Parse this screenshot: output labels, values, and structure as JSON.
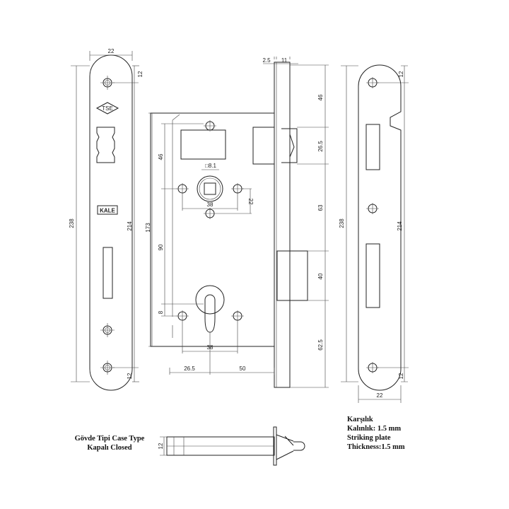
{
  "faceplate": {
    "width": "22",
    "height": "238",
    "hole_spacing": "214",
    "top_offset": "12",
    "bottom_offset": "12",
    "logos": [
      "TSE",
      "KALE"
    ]
  },
  "forend": {
    "thickness": "2.5",
    "latch_projection": "11"
  },
  "body": {
    "height": "173",
    "handle_to_top": "46",
    "handle_to_cylinder": "90",
    "cylinder_offset": "8",
    "spindle_size": "□8.1",
    "spindle_hole_spacing": "38",
    "spindle_hole_drop": "22",
    "cylinder_hole_spacing": "38",
    "backset_left": "26.5",
    "backset": "50"
  },
  "right_dims": [
    "46",
    "26.5",
    "63",
    "40",
    "62.5"
  ],
  "striking_plate": {
    "width": "22",
    "height": "238",
    "hole_spacing": "214",
    "top_offset": "12",
    "bottom_offset": "12"
  },
  "side_view": {
    "thickness": "12"
  },
  "case_type": {
    "line1": "Gövde Tipi Case Type",
    "line2": "Kapalı Closed"
  },
  "striking_note": {
    "line1": "Karşılık",
    "line2": "Kalınlık: 1.5 mm",
    "line3": "Striking plate",
    "line4": "Thickness:1.5 mm"
  }
}
